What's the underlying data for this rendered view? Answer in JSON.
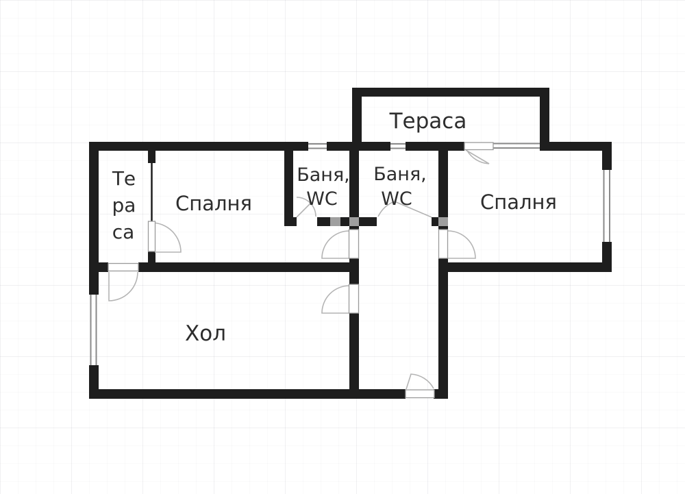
{
  "colors": {
    "wall": "#1e1e1e",
    "wall_light": "#9f9f9f",
    "door": "#b4b4b4",
    "leaf_outline": "#9a9a9a",
    "window": "#8a8a8a",
    "text": "#2d2d2d"
  },
  "rooms": {
    "terrace_top": {
      "label": "Тераса"
    },
    "terrace_left": {
      "lines": [
        "Те",
        "ра",
        "са"
      ]
    },
    "bedroom_left": {
      "label": "Спалня"
    },
    "bathroom_left": {
      "lines": [
        "Баня,",
        "WC"
      ]
    },
    "bathroom_right": {
      "lines": [
        "Баня,",
        "WC"
      ]
    },
    "bedroom_right": {
      "label": "Спалня"
    },
    "living_room": {
      "label": "Хол"
    }
  }
}
